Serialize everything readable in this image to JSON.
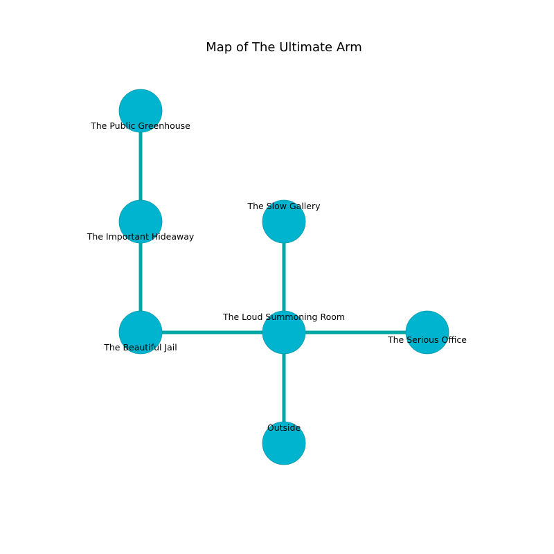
{
  "title": "Map of The Ultimate Arm",
  "colors": {
    "node_fill": "#00b4d0",
    "node_stroke": "#1098a8",
    "edge": "#00a8a8",
    "text": "#000000"
  },
  "rooms": [
    {
      "id": "public-greenhouse",
      "label": "The Public Greenhouse"
    },
    {
      "id": "important-hideaway",
      "label": "The Important Hideaway"
    },
    {
      "id": "slow-gallery",
      "label": "The Slow Gallery"
    },
    {
      "id": "beautiful-jail",
      "label": "The Beautiful Jail"
    },
    {
      "id": "loud-summoning-room",
      "label": "The Loud Summoning Room"
    },
    {
      "id": "serious-office",
      "label": "The Serious Office"
    },
    {
      "id": "outside",
      "label": "Outside"
    }
  ],
  "connections": [
    [
      "public-greenhouse",
      "important-hideaway"
    ],
    [
      "important-hideaway",
      "beautiful-jail"
    ],
    [
      "beautiful-jail",
      "loud-summoning-room"
    ],
    [
      "slow-gallery",
      "loud-summoning-room"
    ],
    [
      "loud-summoning-room",
      "serious-office"
    ],
    [
      "loud-summoning-room",
      "outside"
    ]
  ]
}
